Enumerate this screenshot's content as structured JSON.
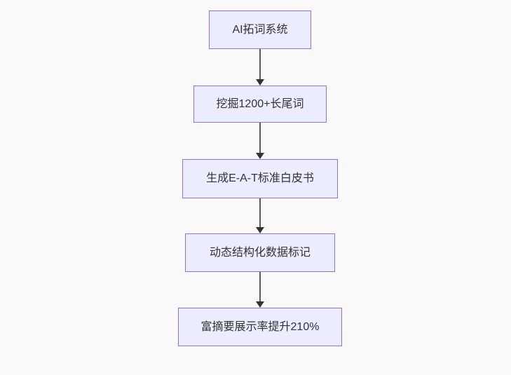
{
  "diagram": {
    "type": "flowchart",
    "direction": "top-down",
    "background_color": "#f9f9f9",
    "node_style": {
      "fill": "#ececff",
      "border": "#9370db",
      "text_color": "#333333"
    },
    "edge_style": {
      "line_color": "#5a5a5a",
      "arrowhead_color": "#333333"
    },
    "nodes": [
      {
        "id": "n1",
        "label": "AI拓词系统"
      },
      {
        "id": "n2",
        "label": "挖掘1200+长尾词"
      },
      {
        "id": "n3",
        "label": "生成E-A-T标准白皮书"
      },
      {
        "id": "n4",
        "label": "动态结构化数据标记"
      },
      {
        "id": "n5",
        "label": "富摘要展示率提升210%"
      }
    ],
    "edges": [
      {
        "from": "n1",
        "to": "n2",
        "arrow": "down"
      },
      {
        "from": "n2",
        "to": "n3",
        "arrow": "down"
      },
      {
        "from": "n3",
        "to": "n4",
        "arrow": "down"
      },
      {
        "from": "n4",
        "to": "n5",
        "arrow": "down"
      }
    ]
  }
}
